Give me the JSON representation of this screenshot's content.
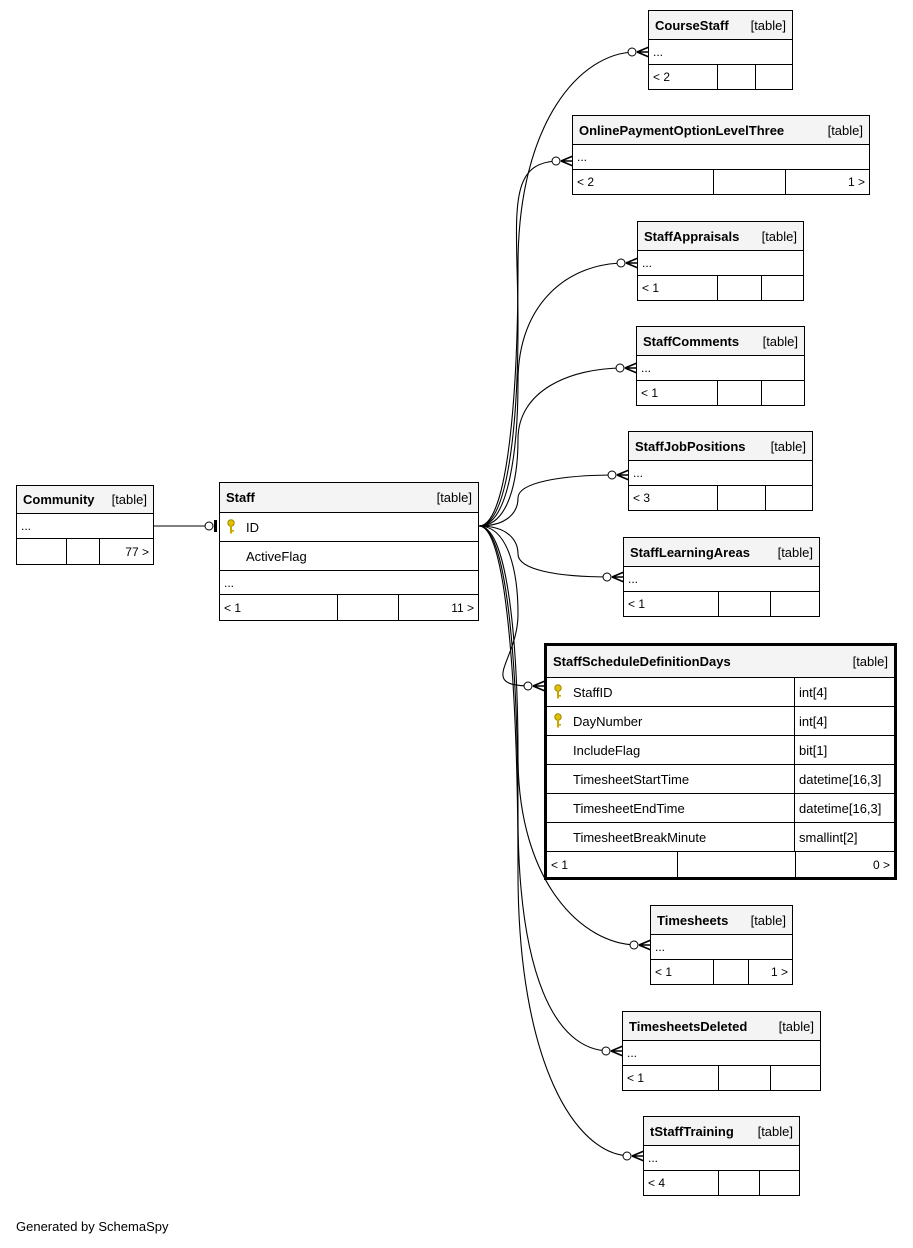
{
  "diagram": {
    "footer": "Generated by SchemaSpy",
    "tables": [
      {
        "id": "Community",
        "name": "Community",
        "tag": "[table]",
        "rows": [
          "..."
        ],
        "footer": [
          "",
          "",
          "77 >"
        ]
      },
      {
        "id": "Staff",
        "name": "Staff",
        "tag": "[table]",
        "columns": [
          {
            "name": "ID",
            "pk": true
          },
          {
            "name": "ActiveFlag",
            "pk": false
          }
        ],
        "rows": [
          "..."
        ],
        "footer": [
          "< 1",
          "",
          "11 >"
        ]
      },
      {
        "id": "CourseStaff",
        "name": "CourseStaff",
        "tag": "[table]",
        "rows": [
          "..."
        ],
        "footer": [
          "< 2",
          "",
          ""
        ]
      },
      {
        "id": "OnlinePaymentOptionLevelThree",
        "name": "OnlinePaymentOptionLevelThree",
        "tag": "[table]",
        "rows": [
          "..."
        ],
        "footer": [
          "< 2",
          "",
          "1 >"
        ]
      },
      {
        "id": "StaffAppraisals",
        "name": "StaffAppraisals",
        "tag": "[table]",
        "rows": [
          "..."
        ],
        "footer": [
          "< 1",
          "",
          ""
        ]
      },
      {
        "id": "StaffComments",
        "name": "StaffComments",
        "tag": "[table]",
        "rows": [
          "..."
        ],
        "footer": [
          "< 1",
          "",
          ""
        ]
      },
      {
        "id": "StaffJobPositions",
        "name": "StaffJobPositions",
        "tag": "[table]",
        "rows": [
          "..."
        ],
        "footer": [
          "< 3",
          "",
          ""
        ]
      },
      {
        "id": "StaffLearningAreas",
        "name": "StaffLearningAreas",
        "tag": "[table]",
        "rows": [
          "..."
        ],
        "footer": [
          "< 1",
          "",
          ""
        ]
      },
      {
        "id": "StaffScheduleDefinitionDays",
        "name": "StaffScheduleDefinitionDays",
        "tag": "[table]",
        "columns": [
          {
            "name": "StaffID",
            "type": "int[4]",
            "pk": true
          },
          {
            "name": "DayNumber",
            "type": "int[4]",
            "pk": true
          },
          {
            "name": "IncludeFlag",
            "type": "bit[1]",
            "pk": false
          },
          {
            "name": "TimesheetStartTime",
            "type": "datetime[16,3]",
            "pk": false
          },
          {
            "name": "TimesheetEndTime",
            "type": "datetime[16,3]",
            "pk": false
          },
          {
            "name": "TimesheetBreakMinute",
            "type": "smallint[2]",
            "pk": false
          }
        ],
        "footer": [
          "< 1",
          "",
          "0 >"
        ]
      },
      {
        "id": "Timesheets",
        "name": "Timesheets",
        "tag": "[table]",
        "rows": [
          "..."
        ],
        "footer": [
          "< 1",
          "",
          "1 >"
        ]
      },
      {
        "id": "TimesheetsDeleted",
        "name": "TimesheetsDeleted",
        "tag": "[table]",
        "rows": [
          "..."
        ],
        "footer": [
          "< 1",
          "",
          ""
        ]
      },
      {
        "id": "tStaffTraining",
        "name": "tStaffTraining",
        "tag": "[table]",
        "rows": [
          "..."
        ],
        "footer": [
          "< 4",
          "",
          ""
        ]
      }
    ],
    "relationships": [
      {
        "from": "Staff",
        "to": "Community",
        "type": "many-to-one"
      },
      {
        "from": "CourseStaff",
        "to": "Staff",
        "type": "zero-or-many-to-one"
      },
      {
        "from": "OnlinePaymentOptionLevelThree",
        "to": "Staff",
        "type": "zero-or-many-to-one"
      },
      {
        "from": "StaffAppraisals",
        "to": "Staff",
        "type": "zero-or-many-to-one"
      },
      {
        "from": "StaffComments",
        "to": "Staff",
        "type": "zero-or-many-to-one"
      },
      {
        "from": "StaffJobPositions",
        "to": "Staff",
        "type": "zero-or-many-to-one"
      },
      {
        "from": "StaffLearningAreas",
        "to": "Staff",
        "type": "zero-or-many-to-one"
      },
      {
        "from": "StaffScheduleDefinitionDays",
        "to": "Staff",
        "type": "zero-or-many-to-one"
      },
      {
        "from": "Timesheets",
        "to": "Staff",
        "type": "zero-or-many-to-one"
      },
      {
        "from": "TimesheetsDeleted",
        "to": "Staff",
        "type": "zero-or-many-to-one"
      },
      {
        "from": "tStaffTraining",
        "to": "Staff",
        "type": "zero-or-many-to-one"
      }
    ]
  }
}
